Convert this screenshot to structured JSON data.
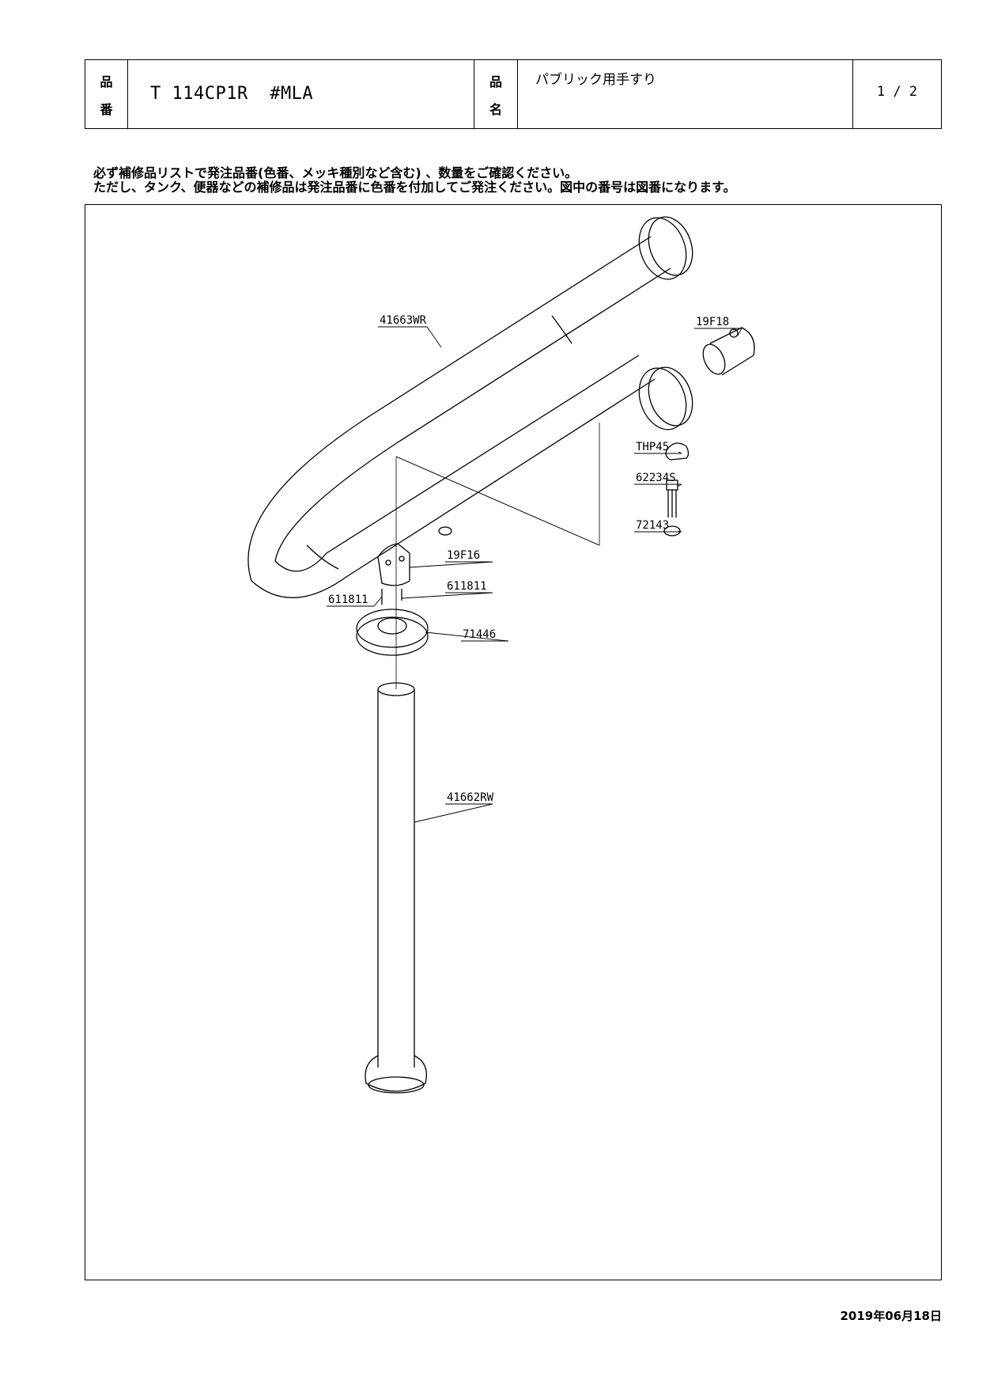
{
  "header": {
    "part_number_label_top": "品",
    "part_number_label_bottom": "番",
    "part_number": "T 114CP1R  #MLA",
    "part_name_label_top": "品",
    "part_name_label_bottom": "名",
    "part_name": "パブリック用手すり",
    "page": "1 / 2"
  },
  "notes": [
    "必ず補修品リストで発注品番(色番、メッキ種別など含む) 、数量をご確認ください。",
    "ただし、タンク、便器などの補修品は発注品番に色番を付加してご発注ください。図中の番号は図番になります。"
  ],
  "labels": {
    "grab_bar": "41663WR",
    "end_cap": "19F18",
    "cap": "THP45",
    "bolt": "62234S",
    "washer": "72143",
    "bracket": "19F16",
    "screw_left": "611811",
    "screw_right": "611811",
    "flange": "71446",
    "post": "41662RW"
  },
  "date": "2019年06月18日"
}
